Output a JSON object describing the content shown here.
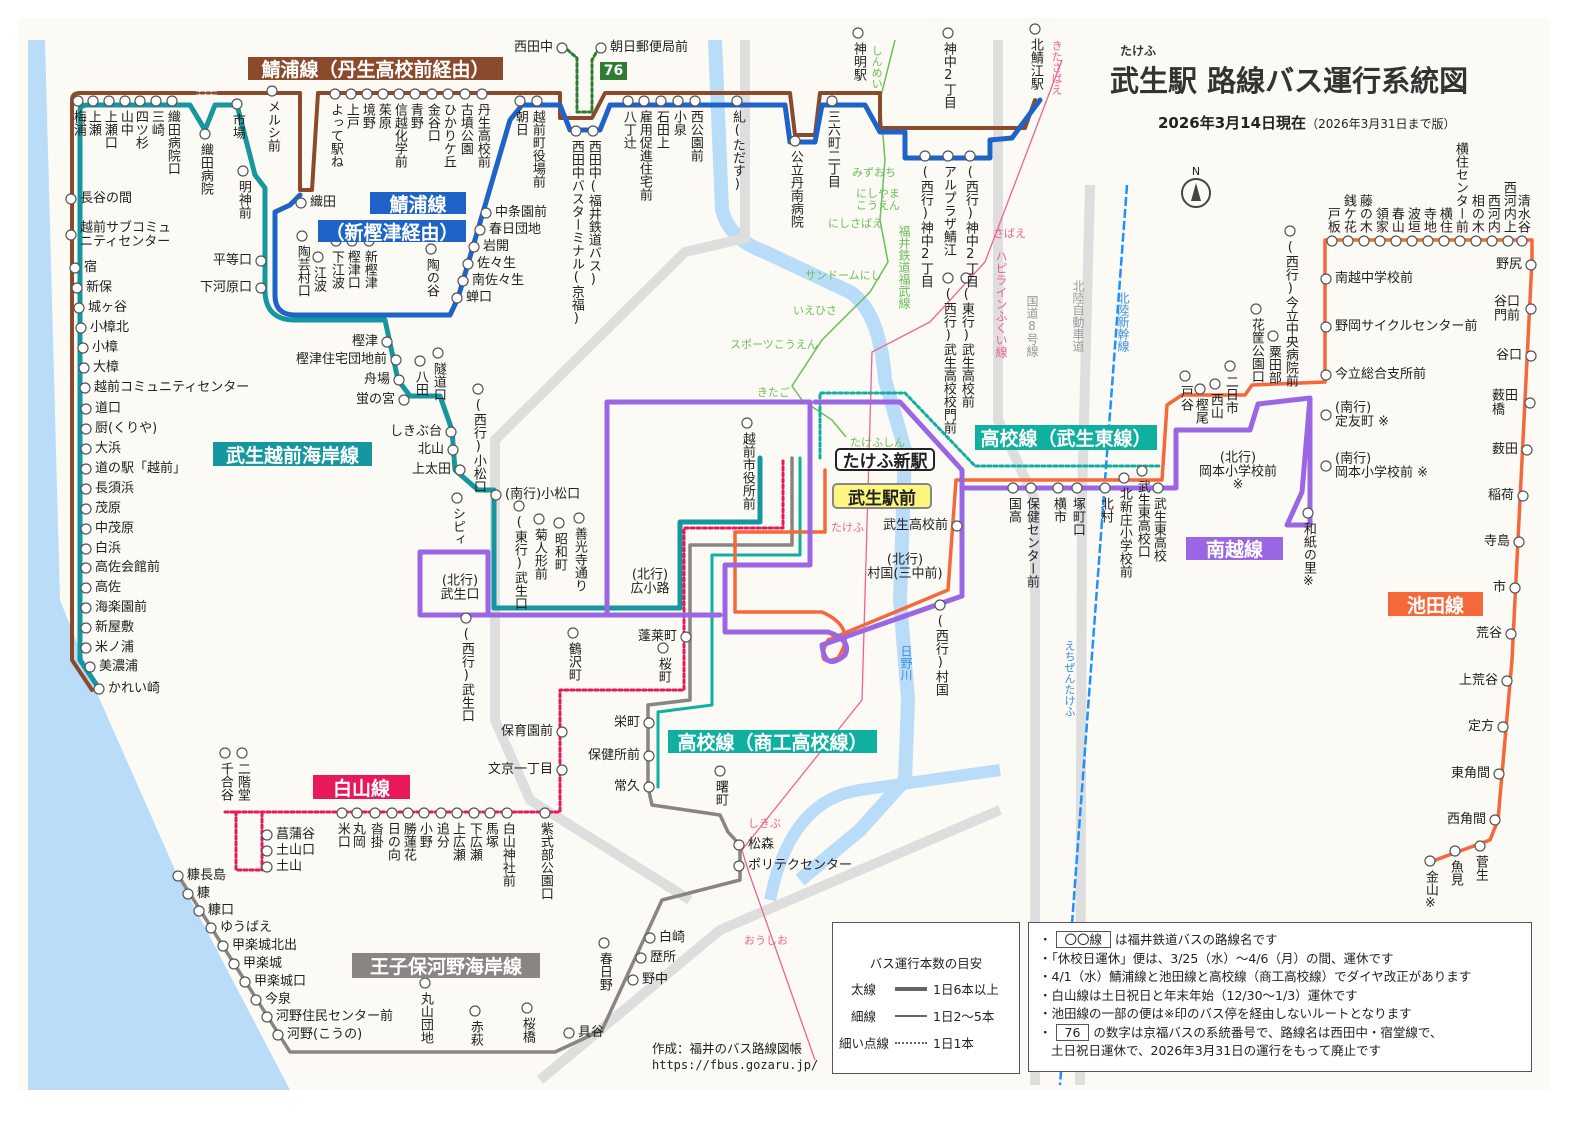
{
  "title": {
    "ruby": "たけふ",
    "main": "武生駅 路線バス運行系統図",
    "date_strong": "2026年3月14日現在",
    "date_note": "（2026年3月31日まで版）"
  },
  "compass": "N",
  "route_names": {
    "sabaura_nyu": {
      "label": "鯖浦線（丹生高校前経由）",
      "color": "#8b4a2b"
    },
    "sabaura": {
      "label": "鯖浦線",
      "color": "#1e64c8"
    },
    "sabaura_sub": {
      "label": "（新樫津経由）",
      "color": "#1e64c8"
    },
    "kaigan": {
      "label": "武生越前海岸線",
      "color": "#14979e"
    },
    "koko_east": {
      "label": "高校線（武生東線）",
      "color": "#10b0a0"
    },
    "nanetsu": {
      "label": "南越線",
      "color": "#9a66e4"
    },
    "ikeda": {
      "label": "池田線",
      "color": "#f4683a"
    },
    "koko_shoko": {
      "label": "高校線（商工高校線）",
      "color": "#10b0a0"
    },
    "hakusan": {
      "label": "白山線",
      "color": "#e8185a"
    },
    "oshio": {
      "label": "王子保河野海岸線",
      "color": "#8a8583"
    },
    "keifuku_76": {
      "label": "76",
      "color": "#2e7d32"
    }
  },
  "stations": {
    "takefushin": "たけふ新駅",
    "takefu_ekimae": "武生駅前"
  },
  "stops": {
    "sabaura": [
      "梅浦",
      "上瀬",
      "上瀬口",
      "山中",
      "四ツ杉",
      "三崎",
      "織田病院口",
      "織田病院",
      "市場",
      "メルシ前",
      "明神前",
      "織田",
      "よって駅ね",
      "上戸",
      "境野",
      "茱原",
      "信越化学前",
      "青野",
      "金谷口",
      "ひかりケ丘",
      "古墳公園",
      "丹生高校前",
      "朝日",
      "越前町役場前",
      "西田中バスターミナル(京福)",
      "西田中(福井鉄道バス)",
      "八丁辻",
      "雇用促進住宅前",
      "石田上",
      "小泉",
      "西公園前",
      "糺(ただす)",
      "公立丹南病院",
      "三六町二丁目",
      "神明駅",
      "神中2丁目",
      "北鯖江駅",
      "(西行)神中2丁目",
      "アルプラザ鯖江",
      "(西行)神中2丁目",
      "中条園前",
      "春日団地",
      "岩開",
      "佐々生",
      "南佐々生",
      "蝉口",
      "陶芸村口",
      "江波",
      "下江波",
      "樫津口",
      "新樫津",
      "陶の谷",
      "平等口",
      "下河原口",
      "西田中",
      "朝日郵便局前"
    ],
    "kaigan": [
      "長谷の間",
      "越前サブコミュ\nニティセンター",
      "宿",
      "新保",
      "城ヶ谷",
      "小樟北",
      "小樟",
      "大樟",
      "越前コミュニティセンター",
      "道口",
      "厨(くりや)",
      "大浜",
      "道の駅「越前」",
      "長須浜",
      "茂原",
      "中茂原",
      "白浜",
      "高佐会館前",
      "高佐",
      "海楽園前",
      "新屋敷",
      "米ノ浦",
      "美濃浦",
      "かれい崎",
      "樫津",
      "樫津住宅団地前",
      "舟場",
      "蛍の宮",
      "八田",
      "隧道口",
      "しきぶ台",
      "北山",
      "上太田",
      "(西行)小松口",
      "(南行)小松口"
    ],
    "nanetsu": [
      "シピィ",
      "(北行)\n武生口",
      "(西行)武生口",
      "(東行)武生口",
      "菊人形前",
      "昭和町",
      "善光寺通り",
      "(北行)\n広小路",
      "越前市役所前",
      "蓬莱町",
      "鶴沢町",
      "桜町",
      "武生高校前",
      "(北行)\n村国(三中前)",
      "(西行)村国",
      "(西行)武生高校校門前",
      "(東行)武生高校前",
      "国高",
      "保健センター前",
      "横市",
      "塚町口",
      "北村",
      "北新庄小学校前",
      "武生東高校口",
      "武生東高校",
      "戸谷",
      "樫尾",
      "西山",
      "二日市",
      "花筐公園口",
      "粟田部",
      "(西行)今立中央病院前",
      "(北行)\n岡本小学校前\n※",
      "(南行)\n定友町 ※",
      "(南行)\n岡本小学校前 ※",
      "和紙の里※"
    ],
    "ikeda": [
      "戸板",
      "銭ケ花",
      "藤の木",
      "領家",
      "春山",
      "波垣",
      "寺地",
      "横住",
      "横住センター前",
      "相の木",
      "西河内",
      "西河内上",
      "清水谷",
      "南越中学校前",
      "野岡サイクルセンター前",
      "今立総合支所前",
      "野尻",
      "谷口門前",
      "谷口",
      "薮田橋",
      "薮田",
      "稲荷",
      "寺島",
      "市",
      "荒谷",
      "上荒谷",
      "定方",
      "東角間",
      "西角間",
      "菅生",
      "魚見",
      "金山※"
    ],
    "koko_shoko": [
      "栄町",
      "保健所前",
      "常久",
      "曙町"
    ],
    "hakusan": [
      "保育園前",
      "文京一丁目",
      "千合谷",
      "二階堂",
      "菖蒲谷",
      "土山口",
      "土山",
      "米口",
      "丸岡",
      "沓掛",
      "日の向",
      "勝蓮花",
      "小野",
      "追分",
      "上広瀬",
      "下広瀬",
      "馬塚",
      "白山神社前",
      "紫式部公園口"
    ],
    "oshio": [
      "糠長島",
      "糠",
      "糠口",
      "ゆうばえ",
      "甲楽城北出",
      "甲楽城",
      "甲楽城口",
      "今泉",
      "河野住民センター前",
      "河野(こうの)",
      "丸山団地",
      "赤萩",
      "桜橋",
      "具谷",
      "春日野",
      "野中",
      "歴所",
      "白崎",
      "松森",
      "ポリテクセンター"
    ]
  },
  "map_labels": {
    "fukubu_line": "福井鉄道福武線",
    "fukubu_stations": [
      "しんめい",
      "みずおち",
      "にしやま\nこうえん",
      "にしさばえ",
      "サンドームにし",
      "いえひさ",
      "スポーツこうえん",
      "きたご",
      "たけふしん"
    ],
    "hapiline": "ハピラインふくい線",
    "hapiline_stations": [
      "きたさばえ",
      "さばえ",
      "たけふ",
      "しきぶ",
      "おうしお"
    ],
    "route8": "国道8号線",
    "expressway": "北陸自動車道",
    "shinkansen": "北陸新幹線",
    "echizen_takefu": "えちぜんたけふ",
    "river": "日野川"
  },
  "legend": {
    "title": "バス運行本数の目安",
    "rows": [
      {
        "name": "太線",
        "desc": "1日6本以上"
      },
      {
        "name": "細線",
        "desc": "1日2～5本"
      },
      {
        "name": "細い点線",
        "desc": "1日1本"
      }
    ]
  },
  "notes": {
    "n1_box": "〇〇線",
    "n1": "は福井鉄道バスの路線名です",
    "n2": "「休校日運休」便は、3/25（水）～4/6（月）の間、運休です",
    "n3": "4/1（水）鯖浦線と池田線と高校線（商工高校線）でダイヤ改正があります",
    "n4": "白山線は土日祝日と年末年始（12/30～1/3）運休です",
    "n5": "池田線の一部の便は※印のバス停を経由しないルートとなります",
    "n6_box": "76",
    "n6": "の数字は京福バスの系統番号で、路線名は西田中・宿堂線で、",
    "n6b": "土日祝日運休で、2026年3月31日の運行をもって廃止です"
  },
  "credit": {
    "author": "作成：福井のバス路線図帳",
    "url": "https://fbus.gozaru.jp/"
  }
}
